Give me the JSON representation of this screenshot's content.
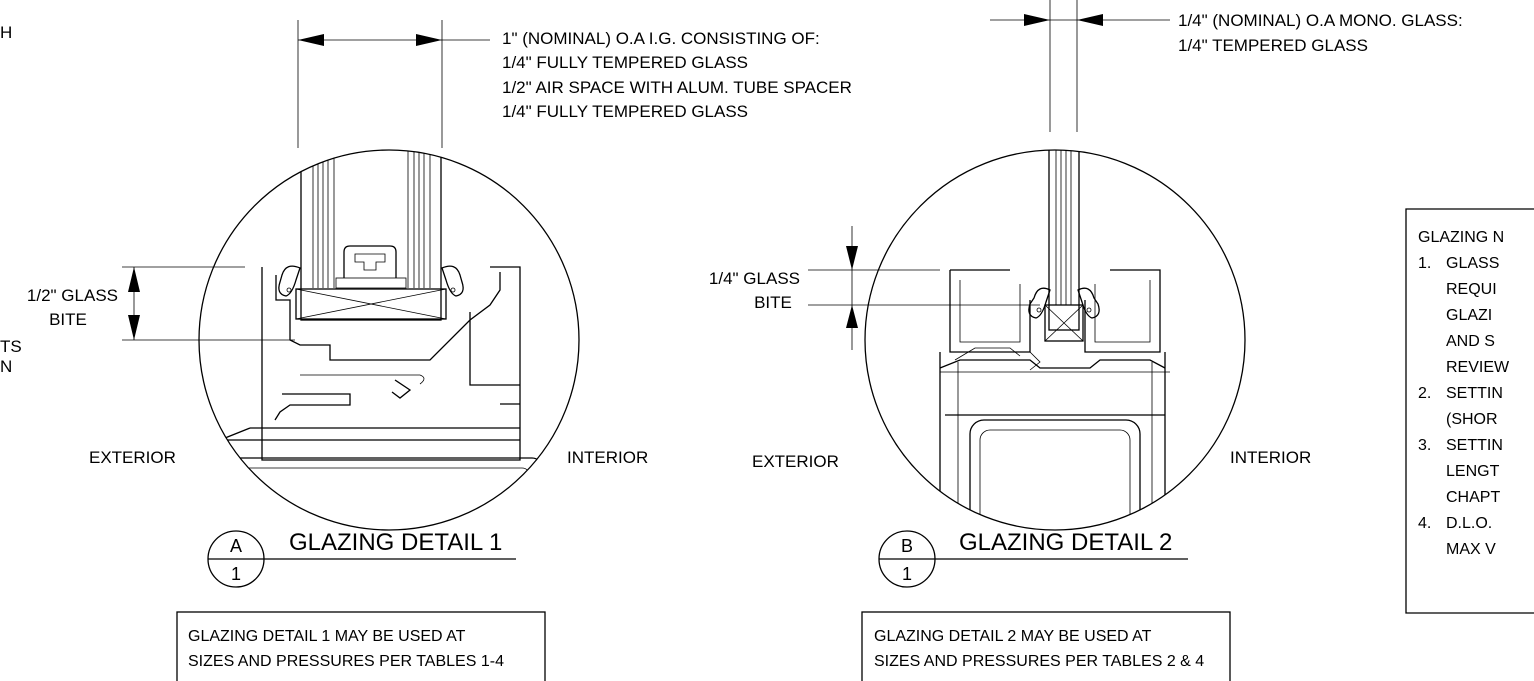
{
  "detail_a": {
    "callout_lines": [
      "1\" (NOMINAL) O.A I.G. CONSISTING OF:",
      "1/4\" FULLY TEMPERED GLASS",
      "1/2\" AIR SPACE WITH ALUM. TUBE SPACER",
      "1/4\" FULLY TEMPERED GLASS"
    ],
    "bite_lines": [
      "1/2\" GLASS",
      "BITE"
    ],
    "exterior_label": "EXTERIOR",
    "interior_label": "INTERIOR",
    "title": "GLAZING DETAIL 1",
    "bubble_letter": "A",
    "bubble_number": "1",
    "note_lines": [
      "GLAZING DETAIL 1 MAY BE USED AT",
      "SIZES AND PRESSURES PER TABLES 1-4"
    ]
  },
  "detail_b": {
    "callout_lines": [
      "1/4\" (NOMINAL) O.A MONO. GLASS:",
      "1/4\" TEMPERED GLASS"
    ],
    "bite_lines": [
      "1/4\" GLASS",
      "BITE"
    ],
    "exterior_label": "EXTERIOR",
    "interior_label": "INTERIOR",
    "title": "GLAZING DETAIL 2",
    "bubble_letter": "B",
    "bubble_number": "1",
    "note_lines": [
      "GLAZING DETAIL 2 MAY BE USED AT",
      "SIZES AND PRESSURES PER TABLES 2 & 4"
    ]
  },
  "left_edge_fragments": [
    "H",
    "TS",
    "N"
  ],
  "glazing_notes": {
    "heading": "GLAZING N",
    "items": [
      {
        "num": "1.",
        "lines": [
          "GLASS",
          "REQUI",
          "GLAZI",
          "AND S",
          "REVIEW"
        ]
      },
      {
        "num": "2.",
        "lines": [
          "SETTIN",
          "(SHOR"
        ]
      },
      {
        "num": "3.",
        "lines": [
          "SETTIN",
          "LENGT",
          "CHAPT"
        ]
      },
      {
        "num": "4.",
        "lines": [
          "D.L.O.",
          "MAX V"
        ]
      }
    ]
  }
}
